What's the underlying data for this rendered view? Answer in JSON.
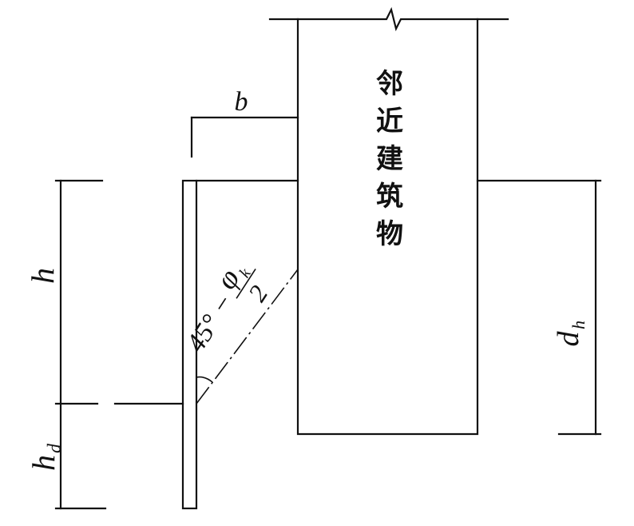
{
  "building": {
    "label_chars": [
      "邻",
      "近",
      "建",
      "筑",
      "物"
    ]
  },
  "labels": {
    "b": "b",
    "h": "h",
    "hd_main": "h",
    "hd_sub": "d",
    "dh_main": "d",
    "dh_sub": "h",
    "angle_prefix": "45° −",
    "phi": "φ",
    "phi_sub": "k",
    "denominator": "2"
  }
}
